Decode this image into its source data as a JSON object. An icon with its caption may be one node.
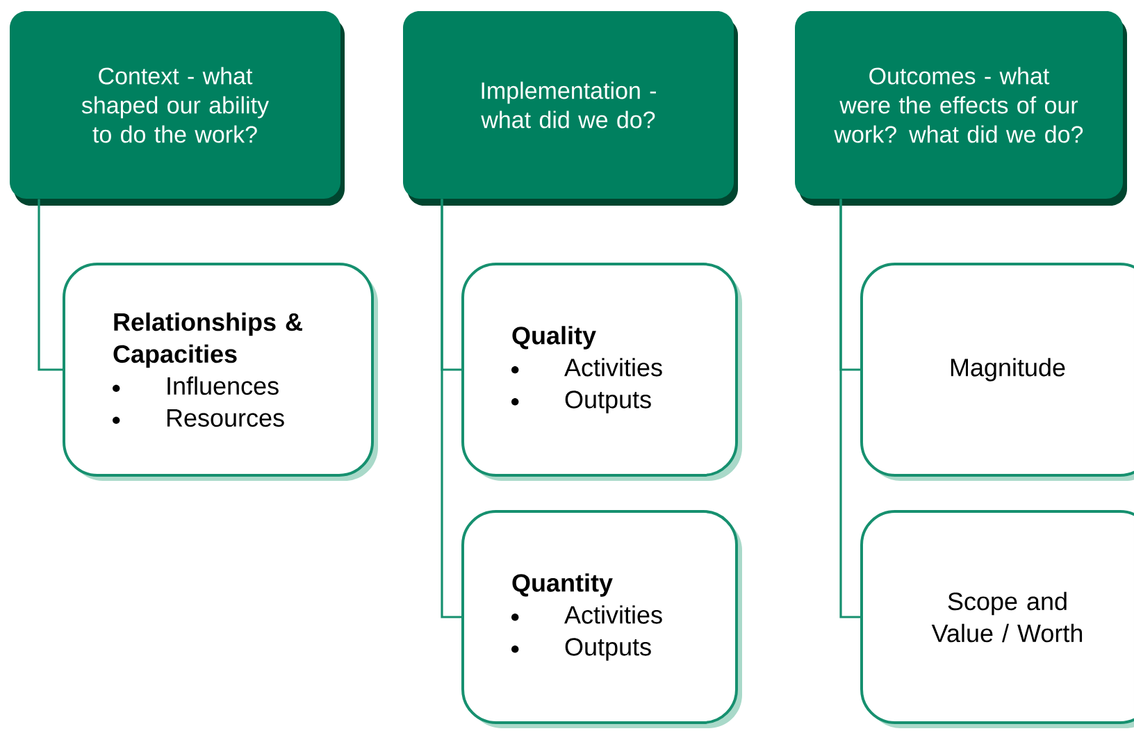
{
  "diagram": {
    "nodes": [
      {
        "text": [
          "Context - what shaped our ability to do the work?"
        ]
      },
      {
        "text": [
          "Implementation - what did we do?"
        ]
      },
      {
        "text": [
          "Outcomes - what were the effects of our work? what did we do?"
        ]
      },
      {
        "text": [
          "Relationships & Capacities",
          "Influences",
          "Resources"
        ]
      },
      {
        "text": [
          "Quality",
          "Activities",
          "Outputs"
        ]
      },
      {
        "text": [
          "Quantity",
          "Activities",
          "Outputs"
        ]
      },
      {
        "text": [
          "Magnitude"
        ]
      },
      {
        "text": [
          "Scope and Value / Worth"
        ]
      }
    ],
    "edges": [
      {
        "from": 0,
        "to": 3,
        "arrow": "none"
      },
      {
        "from": 1,
        "to": 4,
        "arrow": "none"
      },
      {
        "from": 1,
        "to": 5,
        "arrow": "none"
      },
      {
        "from": 2,
        "to": 6,
        "arrow": "none"
      },
      {
        "from": 2,
        "to": 7,
        "arrow": "none"
      }
    ]
  }
}
